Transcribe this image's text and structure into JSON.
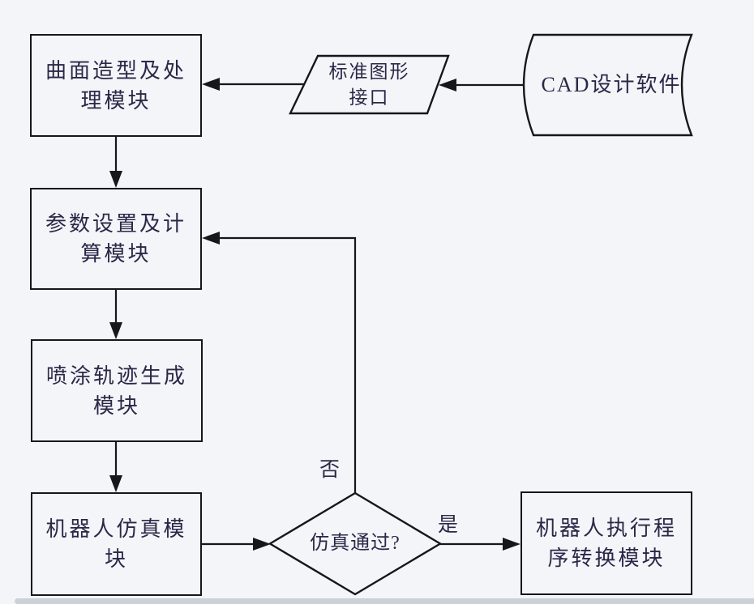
{
  "diagram": {
    "title_hint": "CAD spray-painting robot software flowchart",
    "colors": {
      "background": "#f3f5f9",
      "stroke": "#16161b",
      "text": "#2c2747",
      "bottom_edge": "#ccd1d7"
    },
    "nodes": {
      "surface_module": {
        "label": "曲面造型及处\n理模块"
      },
      "param_module": {
        "label": "参数设置及计\n算模块"
      },
      "trajectory_module": {
        "label": "喷涂轨迹生成\n模块"
      },
      "simulation_module": {
        "label": "机器人仿真模\n块"
      },
      "converter_module": {
        "label": "机器人执行程\n序转换模块"
      },
      "graphics_interface": {
        "label": "标准图形\n接口"
      },
      "cad_software": {
        "label": "CAD设计软件"
      },
      "decision": {
        "label": "仿真通过?"
      }
    },
    "edge_labels": {
      "no": "否",
      "yes": "是"
    }
  }
}
